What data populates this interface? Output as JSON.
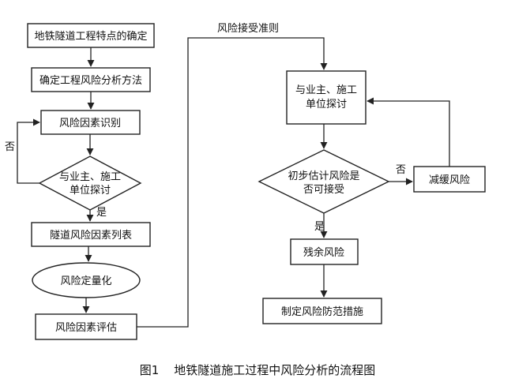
{
  "nodes": {
    "n1": "地铁隧道工程特点的确定",
    "n2": "确定工程风险分析方法",
    "n3": "风险因素识别",
    "d1": [
      "与业主、施工",
      "单位探讨"
    ],
    "n4": "隧道风险因素列表",
    "n5": "风险定量化",
    "n6": "风险因素评估",
    "r1": [
      "与业主、施工",
      "单位探讨"
    ],
    "d2": [
      "初步估计风险是",
      "否可接受"
    ],
    "r2": "减缓风险",
    "r3": "残余风险",
    "r4": "制定风险防范措施"
  },
  "edge_labels": {
    "no_left": "否",
    "yes_left": "是",
    "no_right": "否",
    "yes_right": "是",
    "criteria": "风险接受准则"
  },
  "caption": "图1    地铁隧道施工过程中风险分析的流程图"
}
